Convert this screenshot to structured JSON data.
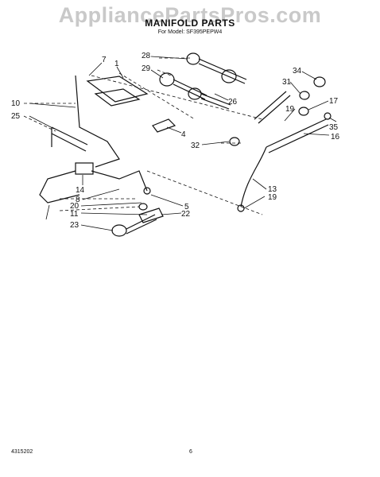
{
  "watermark": "AppliancePartsPros.com",
  "title": "MANIFOLD PARTS",
  "subtitle": "For Model: SF395PEPW4",
  "footer": {
    "doc_number": "4315202",
    "page_number": "6"
  },
  "callouts": {
    "c7": "7",
    "c1": "1",
    "c10": "10",
    "c25": "25",
    "c4": "4",
    "c28": "28",
    "c29": "29",
    "c26": "26",
    "c34": "34",
    "c31": "31",
    "c17": "17",
    "c19a": "19",
    "c35": "35",
    "c16": "16",
    "c32": "32",
    "c14": "14",
    "c8": "8",
    "c20": "20",
    "c11": "11",
    "c23": "23",
    "c5": "5",
    "c22": "22",
    "c13": "13",
    "c19b": "19"
  }
}
